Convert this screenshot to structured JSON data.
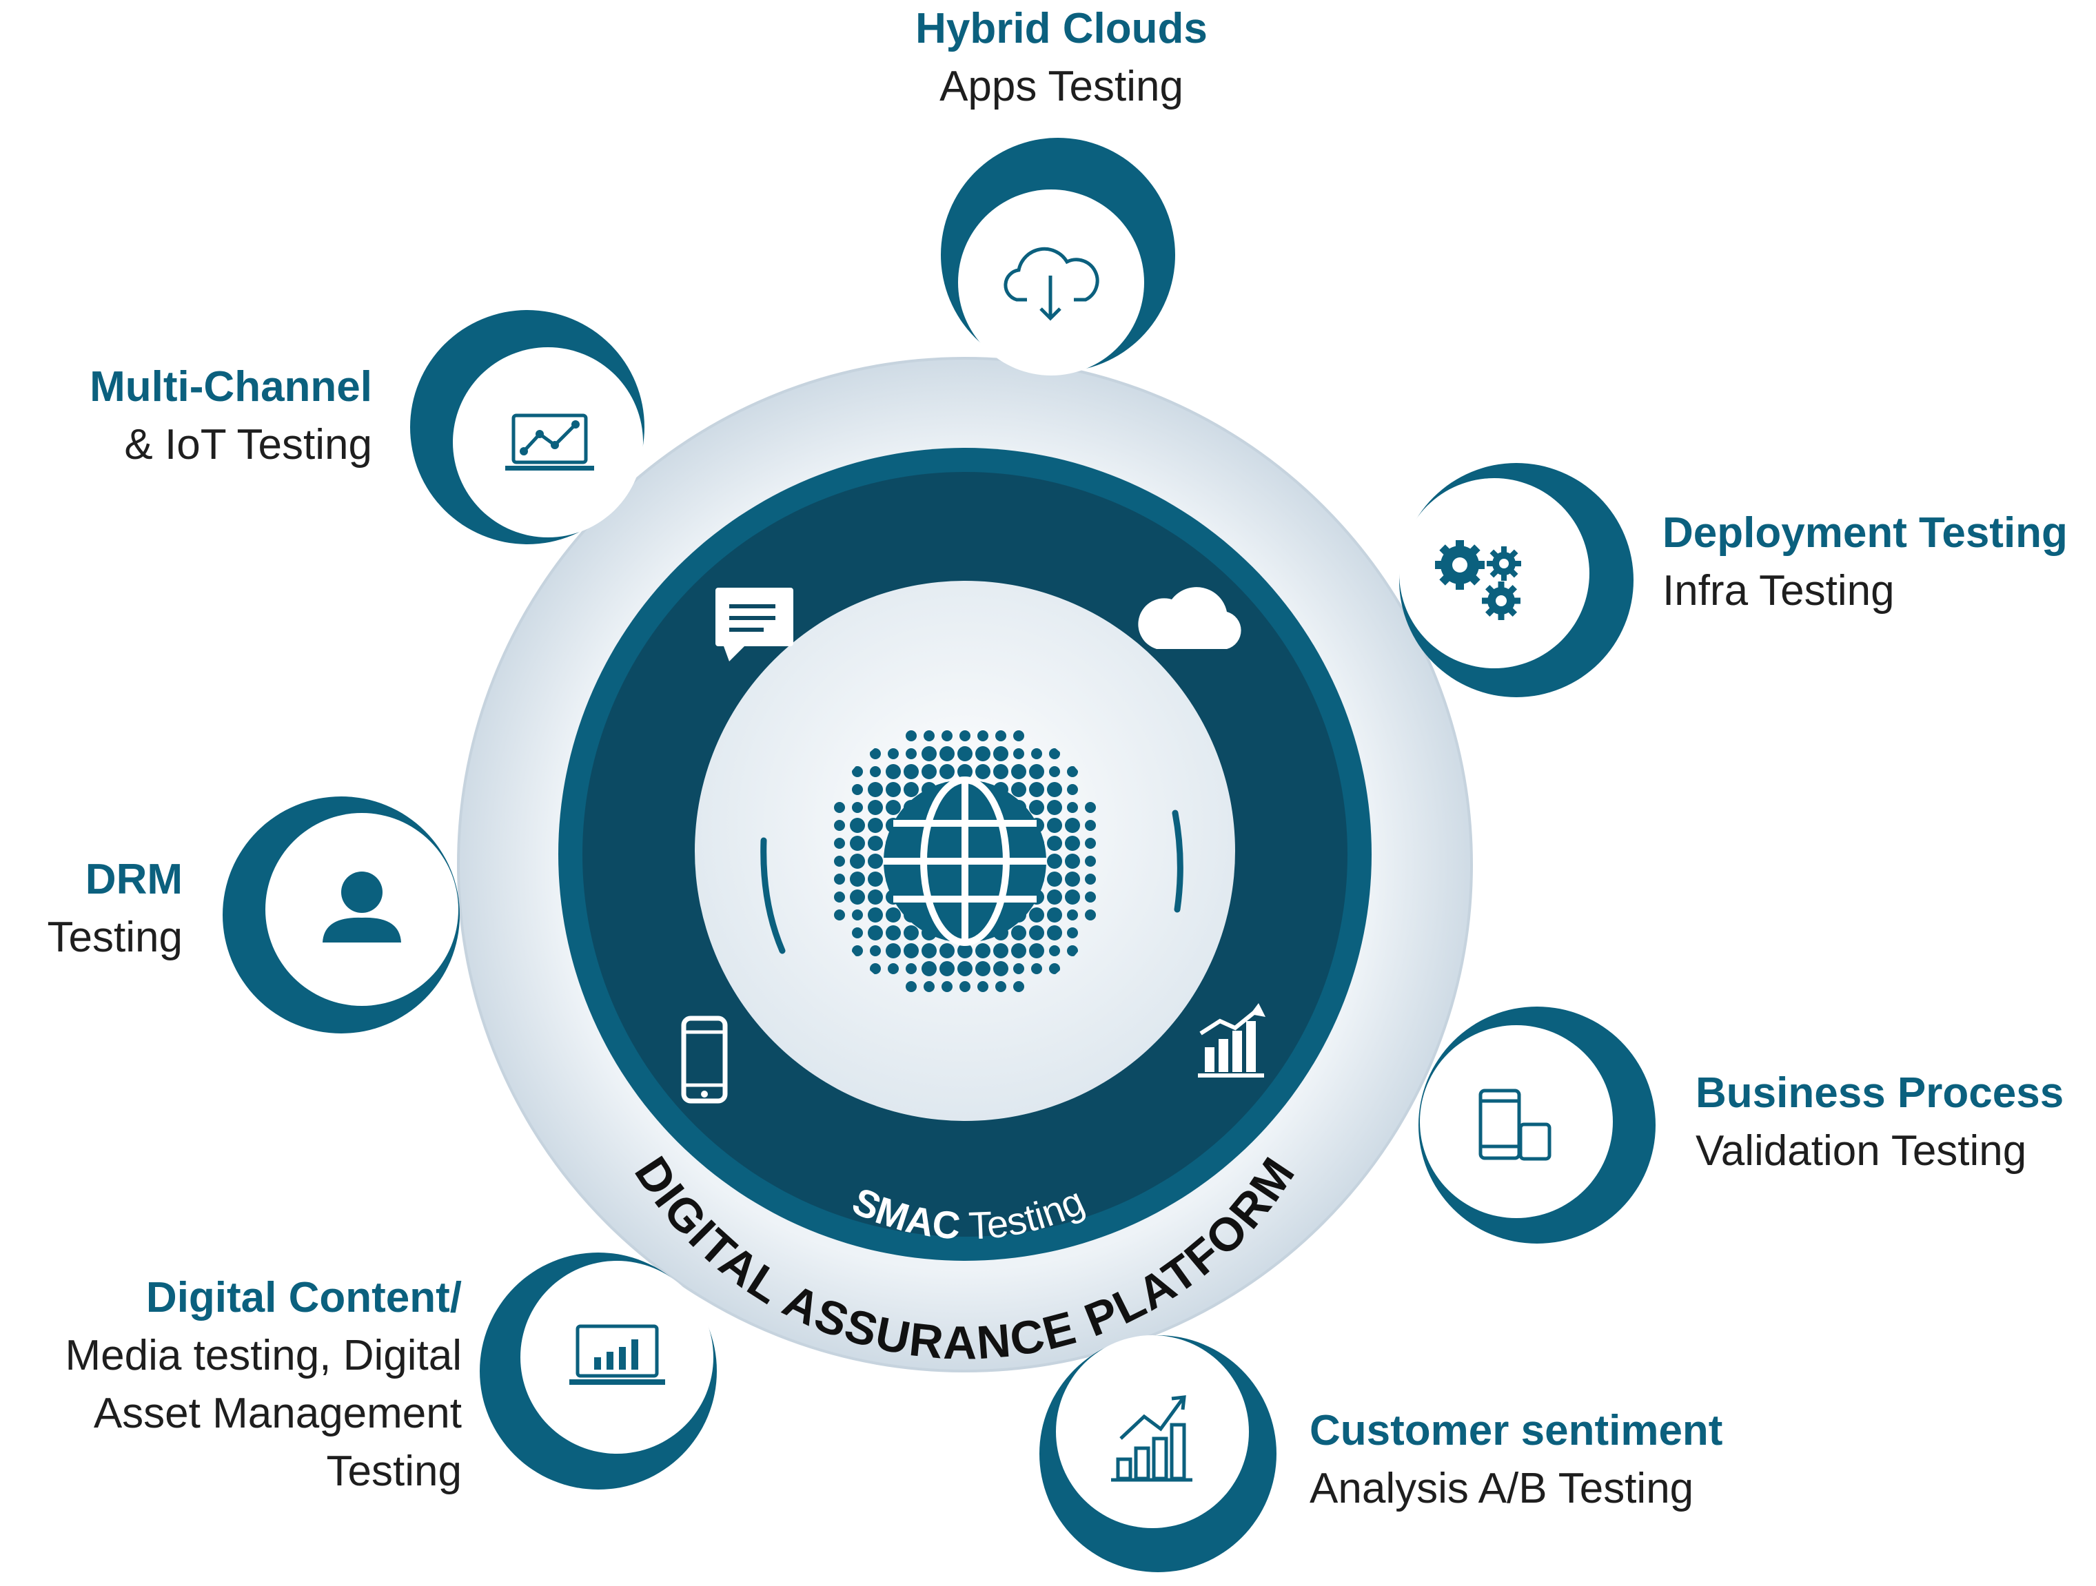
{
  "colors": {
    "accent": "#0b607e",
    "dark_ring": "#0c4a63",
    "outer_ring": "#dce6ee",
    "text": "#1e1e1e"
  },
  "center": {
    "ring_label": "DIGITAL ASSURANCE PLATFORM",
    "inner_label_bold": "SMAC",
    "inner_label_rest": " Testing",
    "icons": [
      "chat-icon",
      "cloud-icon",
      "mobile-phone-icon",
      "bar-chart-icon",
      "globe-icon"
    ]
  },
  "nodes": [
    {
      "id": "hybrid-clouds",
      "title": "Hybrid Clouds",
      "lines": [
        "Apps Testing"
      ],
      "icon": "cloud-download-icon"
    },
    {
      "id": "multi-channel",
      "title": "Multi-Channel",
      "lines": [
        "& IoT Testing"
      ],
      "icon": "laptop-chart-icon"
    },
    {
      "id": "deployment",
      "title": "Deployment Testing",
      "lines": [
        "Infra Testing"
      ],
      "icon": "gears-icon"
    },
    {
      "id": "drm",
      "title": "DRM",
      "lines": [
        "Testing"
      ],
      "icon": "user-icon"
    },
    {
      "id": "business-process",
      "title": "Business Process",
      "lines": [
        "Validation Testing"
      ],
      "icon": "devices-icon"
    },
    {
      "id": "digital-content",
      "title": "Digital Content/",
      "lines": [
        "Media testing, Digital",
        "Asset Management",
        "Testing"
      ],
      "icon": "laptop-analytics-icon"
    },
    {
      "id": "customer-sentiment",
      "title": "Customer sentiment",
      "lines": [
        "Analysis A/B Testing"
      ],
      "icon": "growth-chart-icon"
    }
  ]
}
